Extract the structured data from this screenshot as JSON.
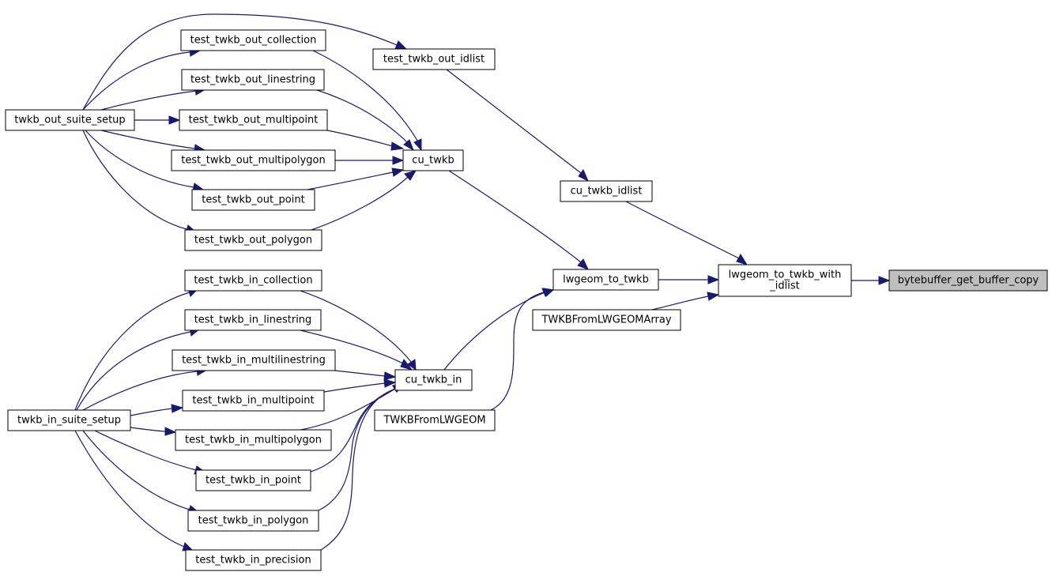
{
  "graph": {
    "nodes": [
      {
        "id": "bytebuffer_get_buffer_copy",
        "lines": [
          "bytebuffer_get_buffer_copy"
        ],
        "root": true
      },
      {
        "id": "lwgeom_to_twkb_with_idlist",
        "lines": [
          "lwgeom_to_twkb_with",
          "_idlist"
        ]
      },
      {
        "id": "lwgeom_to_twkb",
        "lines": [
          "lwgeom_to_twkb"
        ]
      },
      {
        "id": "TWKBFromLWGEOMArray",
        "lines": [
          "TWKBFromLWGEOMArray"
        ]
      },
      {
        "id": "cu_twkb_idlist",
        "lines": [
          "cu_twkb_idlist"
        ]
      },
      {
        "id": "test_twkb_out_idlist",
        "lines": [
          "test_twkb_out_idlist"
        ]
      },
      {
        "id": "cu_twkb",
        "lines": [
          "cu_twkb"
        ]
      },
      {
        "id": "cu_twkb_in",
        "lines": [
          "cu_twkb_in"
        ]
      },
      {
        "id": "TWKBFromLWGEOM",
        "lines": [
          "TWKBFromLWGEOM"
        ]
      },
      {
        "id": "test_twkb_out_collection",
        "lines": [
          "test_twkb_out_collection"
        ]
      },
      {
        "id": "test_twkb_out_linestring",
        "lines": [
          "test_twkb_out_linestring"
        ]
      },
      {
        "id": "test_twkb_out_multipoint",
        "lines": [
          "test_twkb_out_multipoint"
        ]
      },
      {
        "id": "test_twkb_out_multipolygon",
        "lines": [
          "test_twkb_out_multipolygon"
        ]
      },
      {
        "id": "test_twkb_out_point",
        "lines": [
          "test_twkb_out_point"
        ]
      },
      {
        "id": "test_twkb_out_polygon",
        "lines": [
          "test_twkb_out_polygon"
        ]
      },
      {
        "id": "twkb_out_suite_setup",
        "lines": [
          "twkb_out_suite_setup"
        ]
      },
      {
        "id": "test_twkb_in_collection",
        "lines": [
          "test_twkb_in_collection"
        ]
      },
      {
        "id": "test_twkb_in_linestring",
        "lines": [
          "test_twkb_in_linestring"
        ]
      },
      {
        "id": "test_twkb_in_multilinestring",
        "lines": [
          "test_twkb_in_multilinestring"
        ]
      },
      {
        "id": "test_twkb_in_multipoint",
        "lines": [
          "test_twkb_in_multipoint"
        ]
      },
      {
        "id": "test_twkb_in_multipolygon",
        "lines": [
          "test_twkb_in_multipolygon"
        ]
      },
      {
        "id": "test_twkb_in_point",
        "lines": [
          "test_twkb_in_point"
        ]
      },
      {
        "id": "test_twkb_in_polygon",
        "lines": [
          "test_twkb_in_polygon"
        ]
      },
      {
        "id": "test_twkb_in_precision",
        "lines": [
          "test_twkb_in_precision"
        ]
      },
      {
        "id": "twkb_in_suite_setup",
        "lines": [
          "twkb_in_suite_setup"
        ]
      }
    ],
    "edges": [
      {
        "from": "lwgeom_to_twkb_with_idlist",
        "to": "bytebuffer_get_buffer_copy"
      },
      {
        "from": "lwgeom_to_twkb",
        "to": "lwgeom_to_twkb_with_idlist"
      },
      {
        "from": "TWKBFromLWGEOMArray",
        "to": "lwgeom_to_twkb_with_idlist"
      },
      {
        "from": "cu_twkb_idlist",
        "to": "lwgeom_to_twkb_with_idlist"
      },
      {
        "from": "test_twkb_out_idlist",
        "to": "cu_twkb_idlist"
      },
      {
        "from": "twkb_out_suite_setup",
        "to": "test_twkb_out_idlist"
      },
      {
        "from": "cu_twkb",
        "to": "lwgeom_to_twkb"
      },
      {
        "from": "cu_twkb_in",
        "to": "lwgeom_to_twkb"
      },
      {
        "from": "TWKBFromLWGEOM",
        "to": "lwgeom_to_twkb"
      },
      {
        "from": "test_twkb_out_collection",
        "to": "cu_twkb"
      },
      {
        "from": "test_twkb_out_linestring",
        "to": "cu_twkb"
      },
      {
        "from": "test_twkb_out_multipoint",
        "to": "cu_twkb"
      },
      {
        "from": "test_twkb_out_multipolygon",
        "to": "cu_twkb"
      },
      {
        "from": "test_twkb_out_point",
        "to": "cu_twkb"
      },
      {
        "from": "test_twkb_out_polygon",
        "to": "cu_twkb"
      },
      {
        "from": "twkb_out_suite_setup",
        "to": "test_twkb_out_collection"
      },
      {
        "from": "twkb_out_suite_setup",
        "to": "test_twkb_out_linestring"
      },
      {
        "from": "twkb_out_suite_setup",
        "to": "test_twkb_out_multipoint"
      },
      {
        "from": "twkb_out_suite_setup",
        "to": "test_twkb_out_multipolygon"
      },
      {
        "from": "twkb_out_suite_setup",
        "to": "test_twkb_out_point"
      },
      {
        "from": "twkb_out_suite_setup",
        "to": "test_twkb_out_polygon"
      },
      {
        "from": "test_twkb_in_collection",
        "to": "cu_twkb_in"
      },
      {
        "from": "test_twkb_in_linestring",
        "to": "cu_twkb_in"
      },
      {
        "from": "test_twkb_in_multilinestring",
        "to": "cu_twkb_in"
      },
      {
        "from": "test_twkb_in_multipoint",
        "to": "cu_twkb_in"
      },
      {
        "from": "test_twkb_in_multipolygon",
        "to": "cu_twkb_in"
      },
      {
        "from": "test_twkb_in_point",
        "to": "cu_twkb_in"
      },
      {
        "from": "test_twkb_in_polygon",
        "to": "cu_twkb_in"
      },
      {
        "from": "test_twkb_in_precision",
        "to": "cu_twkb_in"
      },
      {
        "from": "twkb_in_suite_setup",
        "to": "test_twkb_in_collection"
      },
      {
        "from": "twkb_in_suite_setup",
        "to": "test_twkb_in_linestring"
      },
      {
        "from": "twkb_in_suite_setup",
        "to": "test_twkb_in_multilinestring"
      },
      {
        "from": "twkb_in_suite_setup",
        "to": "test_twkb_in_multipoint"
      },
      {
        "from": "twkb_in_suite_setup",
        "to": "test_twkb_in_multipolygon"
      },
      {
        "from": "twkb_in_suite_setup",
        "to": "test_twkb_in_point"
      },
      {
        "from": "twkb_in_suite_setup",
        "to": "test_twkb_in_polygon"
      },
      {
        "from": "twkb_in_suite_setup",
        "to": "test_twkb_in_precision"
      }
    ],
    "colors": {
      "edge": "#191970",
      "root_fill": "#bfbfbf",
      "node_fill": "#ffffff",
      "node_border": "#000000"
    }
  }
}
